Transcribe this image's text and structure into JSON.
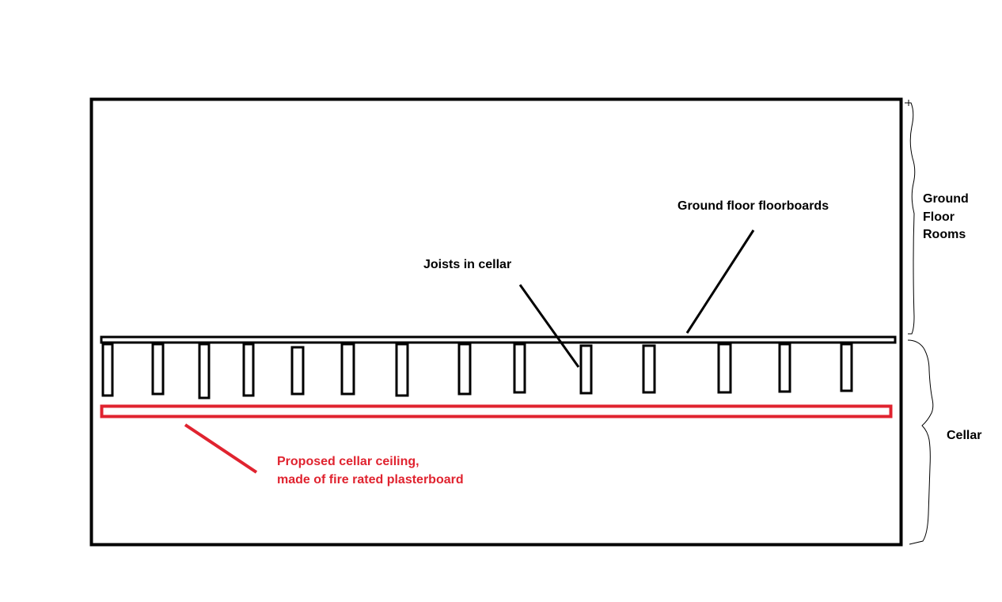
{
  "labels": {
    "floorboards": "Ground floor floorboards",
    "joists": "Joists in cellar",
    "ceiling_line1": "Proposed cellar ceiling,",
    "ceiling_line2": "made of fire rated plasterboard"
  },
  "side_labels": {
    "ground_floor": [
      "Ground",
      "Floor",
      "Rooms"
    ],
    "cellar": "Cellar"
  },
  "joist_count": 14,
  "colors": {
    "outline": "#000000",
    "proposed_ceiling": "#e0232f",
    "background": "#ffffff"
  }
}
